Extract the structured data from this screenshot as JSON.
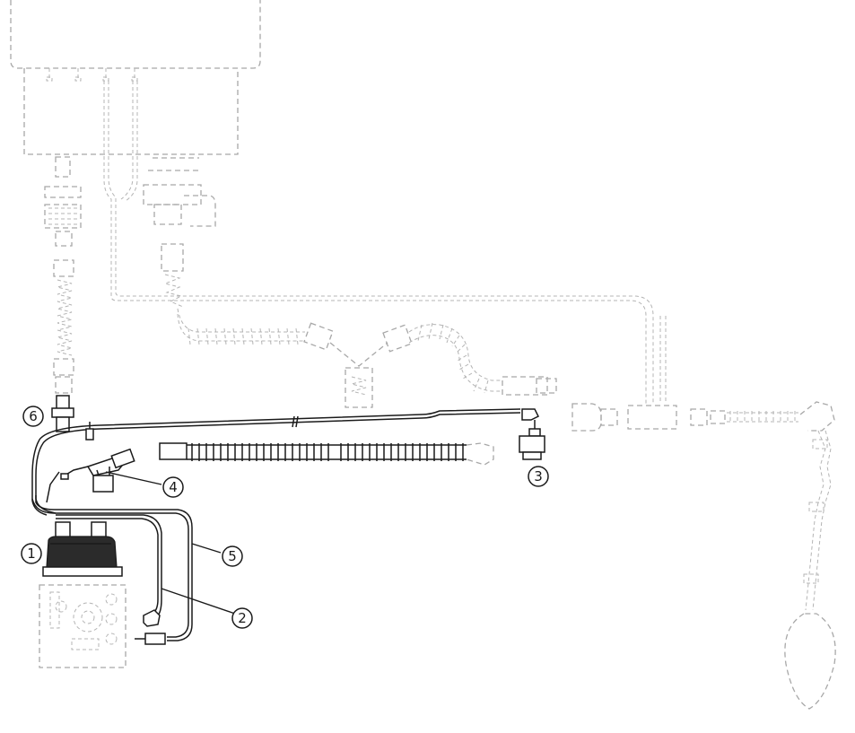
{
  "callouts": [
    {
      "id": "1",
      "label": "1"
    },
    {
      "id": "2",
      "label": "2"
    },
    {
      "id": "3",
      "label": "3"
    },
    {
      "id": "4",
      "label": "4"
    },
    {
      "id": "5",
      "label": "5"
    },
    {
      "id": "6",
      "label": "6"
    }
  ],
  "colors": {
    "highlight": "#1a1a1a",
    "ghost": "#a8a8a8"
  }
}
